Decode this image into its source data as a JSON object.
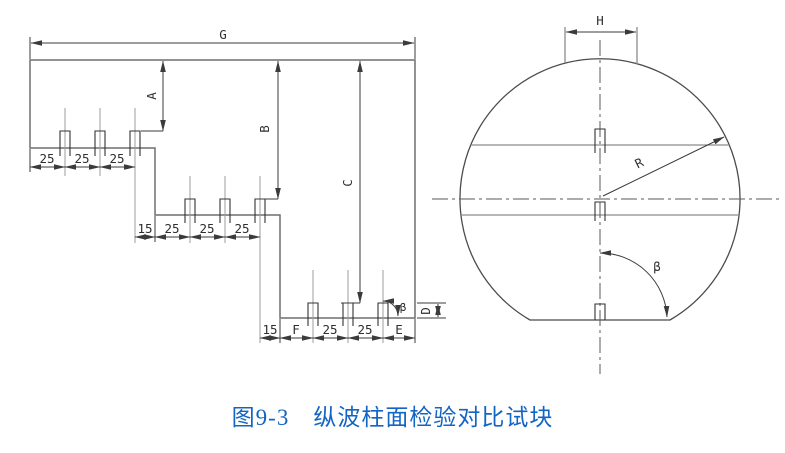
{
  "caption": {
    "text": "图9-3　纵波柱面检验对比试块",
    "color": "#1365c4"
  },
  "labels": {
    "g": "G",
    "a": "A",
    "b": "B",
    "c": "C",
    "d": "D",
    "h": "H",
    "r": "R",
    "beta": "β"
  },
  "dim_rows": {
    "step1": [
      "25",
      "25",
      "25"
    ],
    "step2": [
      "15",
      "25",
      "25",
      "25"
    ],
    "step3": [
      "15",
      "F",
      "25",
      "25",
      "E"
    ]
  }
}
